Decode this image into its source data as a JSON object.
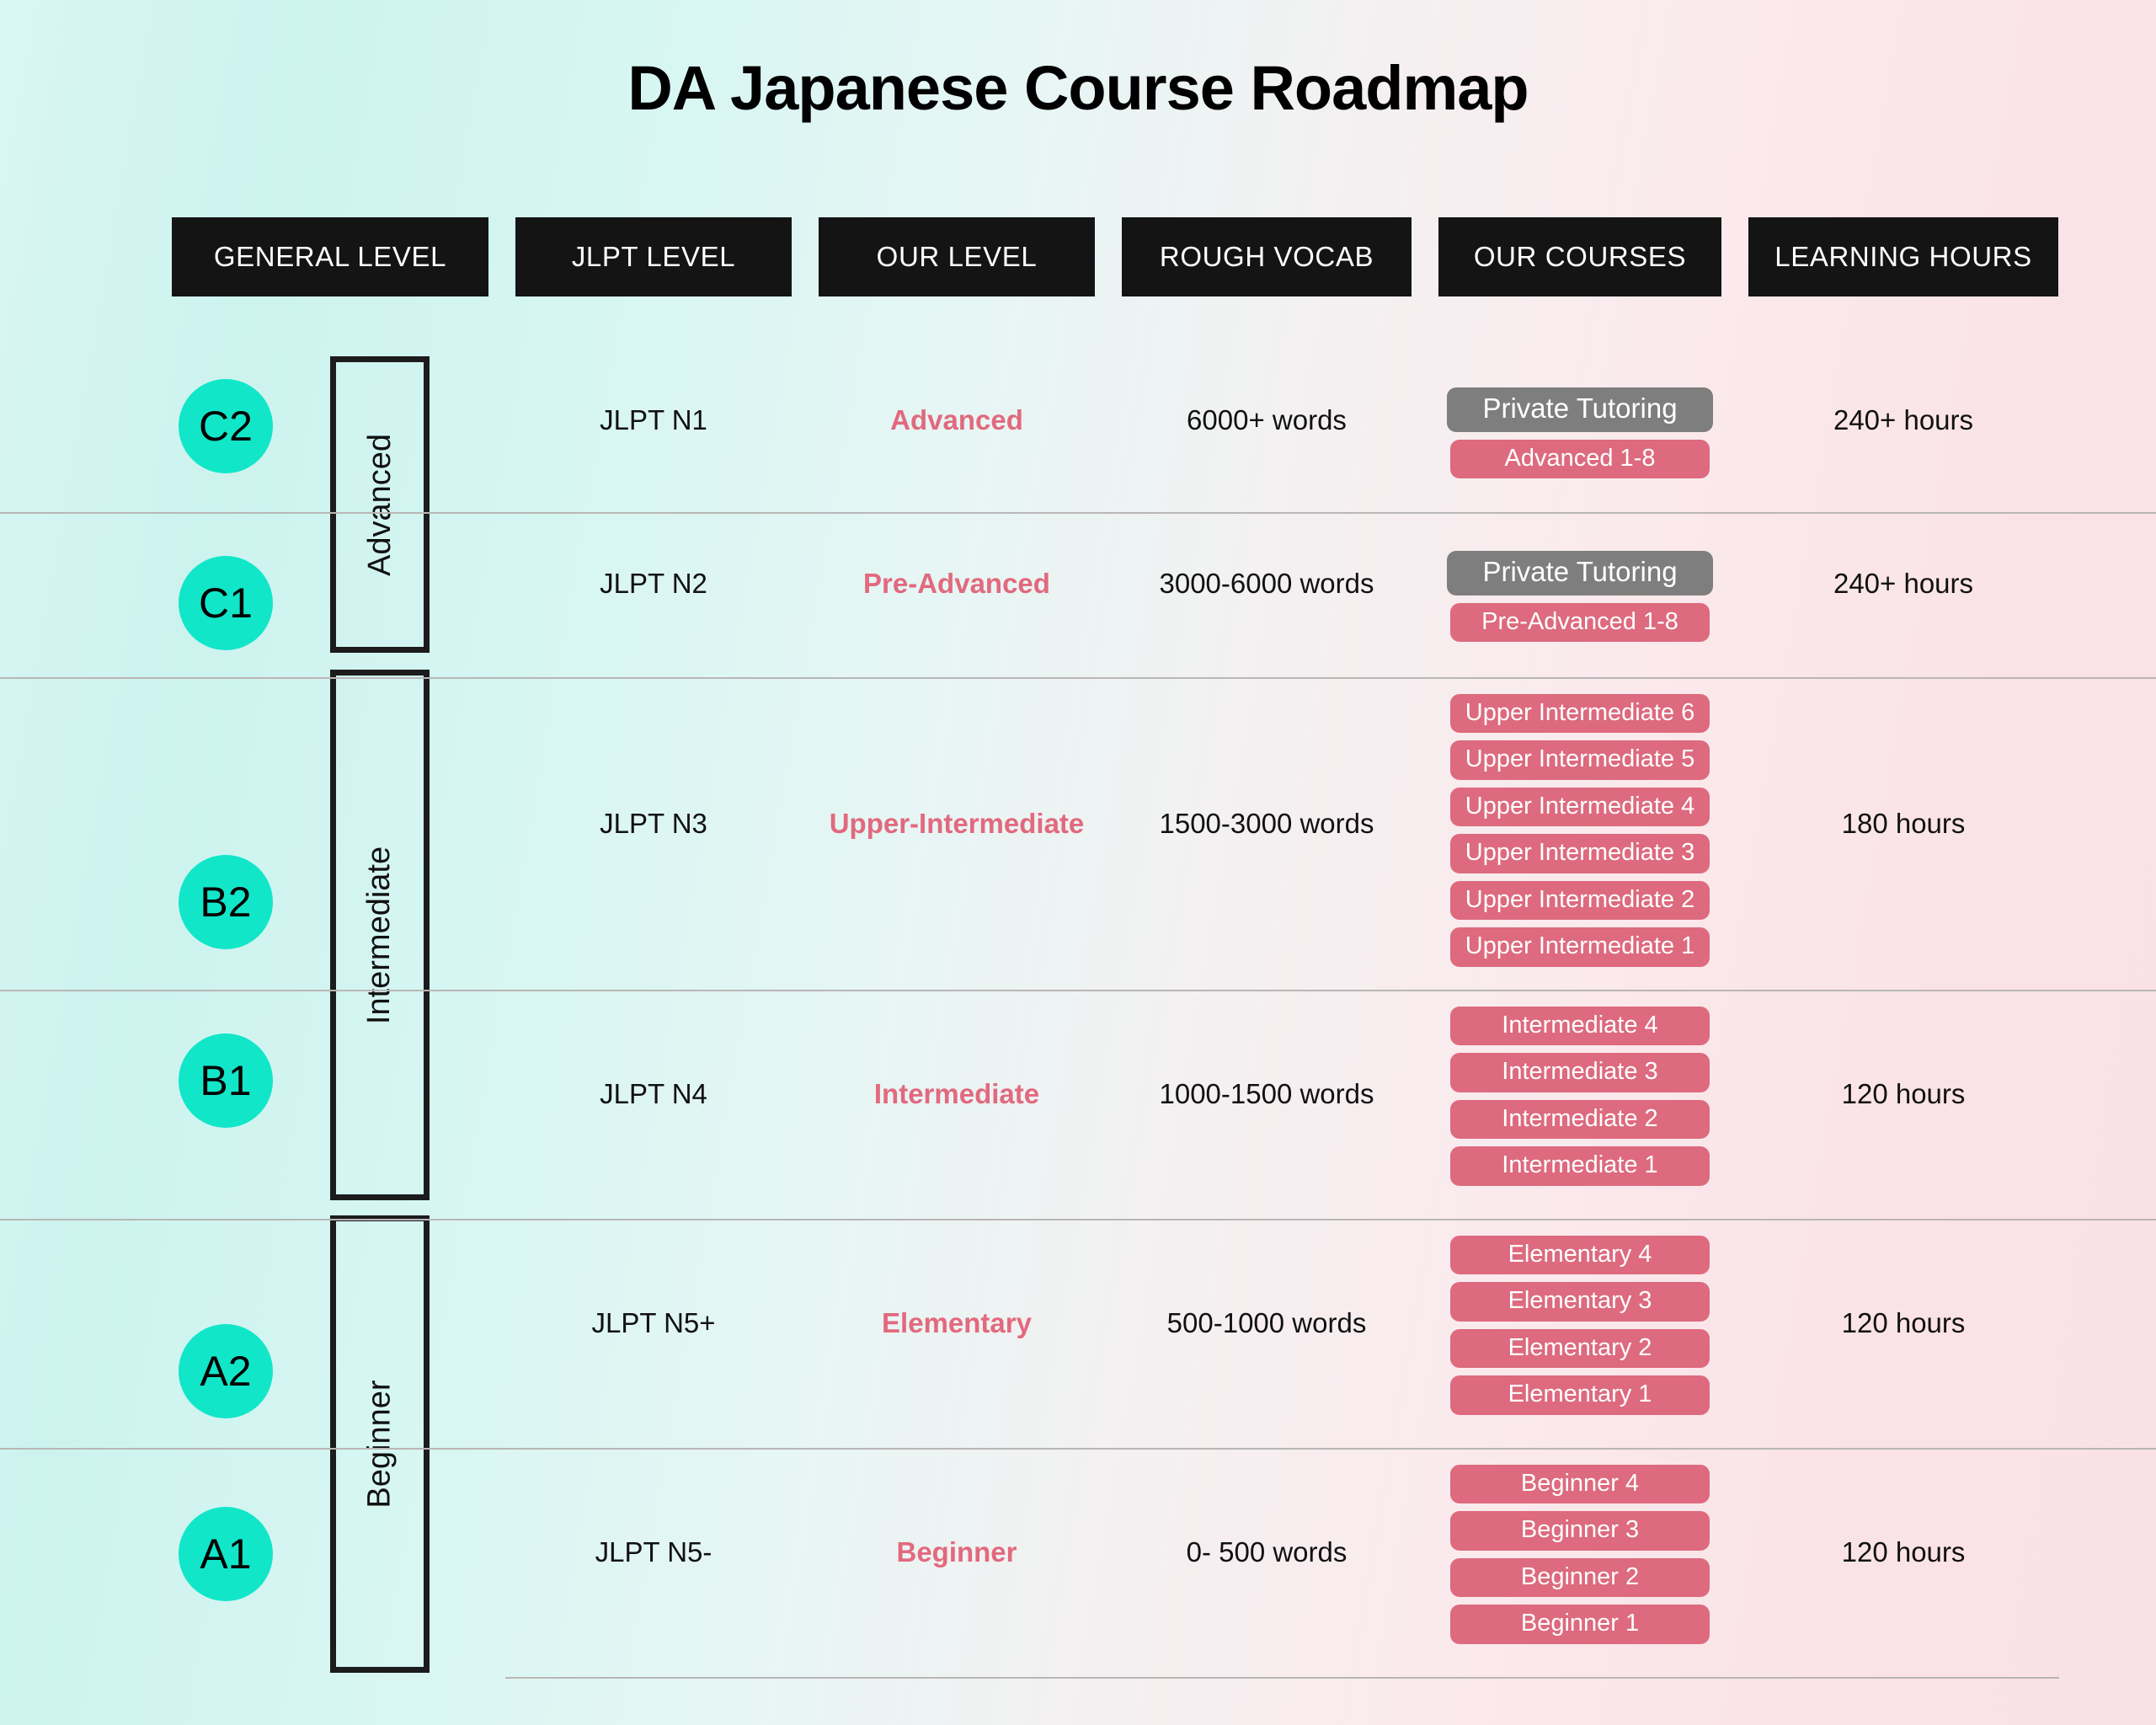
{
  "title": "DA Japanese Course Roadmap",
  "colors": {
    "accent_teal": "#11e6c9",
    "accent_pink": "#dd6a7e",
    "our_level_text": "#e2697e",
    "header_bg": "#141414",
    "tutoring_gray": "#7e7e7e",
    "bg_left": "#d9f6f3",
    "bg_right": "#f9e1e6"
  },
  "headers": [
    {
      "label": "GENERAL LEVEL"
    },
    {
      "label": "JLPT LEVEL"
    },
    {
      "label": "OUR LEVEL"
    },
    {
      "label": "ROUGH VOCAB"
    },
    {
      "label": "OUR COURSES"
    },
    {
      "label": "LEARNING HOURS"
    }
  ],
  "general_levels": [
    {
      "label": "C2"
    },
    {
      "label": "C1"
    },
    {
      "label": "B2"
    },
    {
      "label": "B1"
    },
    {
      "label": "A2"
    },
    {
      "label": "A1"
    }
  ],
  "brackets": [
    {
      "label": "Advanced"
    },
    {
      "label": "Intermediate"
    },
    {
      "label": "Beginner"
    }
  ],
  "rows": [
    {
      "jlpt_level": "JLPT N1",
      "our_level": "Advanced",
      "rough_vocab": "6000+ words",
      "courses": [
        "Private Tutoring",
        "Advanced 1-8"
      ],
      "learning_hours": "240+ hours"
    },
    {
      "jlpt_level": "JLPT N2",
      "our_level": "Pre-Advanced",
      "rough_vocab": "3000-6000 words",
      "courses": [
        "Private Tutoring",
        "Pre-Advanced 1-8"
      ],
      "learning_hours": "240+ hours"
    },
    {
      "jlpt_level": "JLPT N3",
      "our_level": "Upper-Intermediate",
      "rough_vocab": "1500-3000 words",
      "courses": [
        "Upper Intermediate 6",
        "Upper Intermediate 5",
        "Upper Intermediate 4",
        "Upper Intermediate 3",
        "Upper Intermediate 2",
        "Upper Intermediate 1"
      ],
      "learning_hours": "180 hours"
    },
    {
      "jlpt_level": "JLPT N4",
      "our_level": "Intermediate",
      "rough_vocab": "1000-1500 words",
      "courses": [
        "Intermediate 4",
        "Intermediate 3",
        "Intermediate 2",
        "Intermediate 1"
      ],
      "learning_hours": "120 hours"
    },
    {
      "jlpt_level": "JLPT N5+",
      "our_level": "Elementary",
      "rough_vocab": "500-1000 words",
      "courses": [
        "Elementary 4",
        "Elementary 3",
        "Elementary 2",
        "Elementary 1"
      ],
      "learning_hours": "120 hours"
    },
    {
      "jlpt_level": "JLPT N5-",
      "our_level": "Beginner",
      "rough_vocab": "0- 500 words",
      "courses": [
        "Beginner 4",
        "Beginner 3",
        "Beginner 2",
        "Beginner 1"
      ],
      "learning_hours": "120 hours"
    }
  ]
}
